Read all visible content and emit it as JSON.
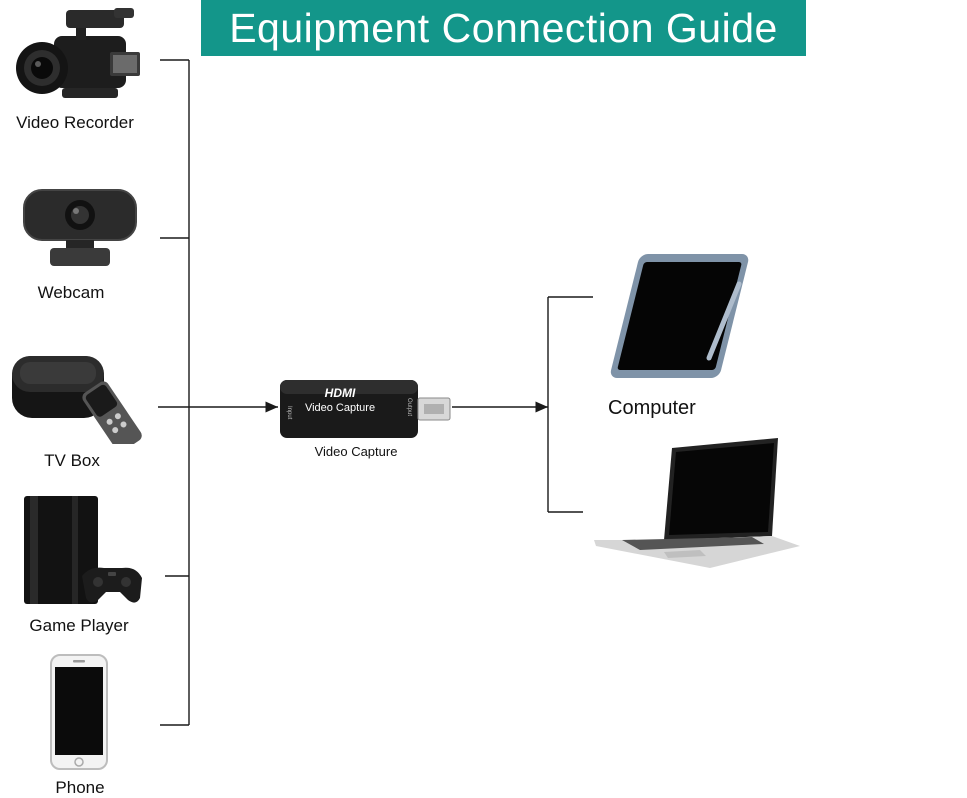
{
  "title": "Equipment Connection Guide",
  "inputs": [
    {
      "label": "Video Recorder",
      "icon": "video-camera-icon"
    },
    {
      "label": "Webcam",
      "icon": "webcam-icon"
    },
    {
      "label": "TV Box",
      "icon": "tv-box-icon"
    },
    {
      "label": "Game Player",
      "icon": "game-console-icon"
    },
    {
      "label": "Phone",
      "icon": "smartphone-icon"
    }
  ],
  "capture": {
    "label": "Video Capture",
    "brand": "HDMI",
    "device_text": "Video Capture",
    "port_in": "Input",
    "port_out": "Output"
  },
  "outputs": {
    "label": "Computer",
    "devices": [
      {
        "icon": "tablet-icon"
      },
      {
        "icon": "laptop-icon"
      }
    ]
  },
  "colors": {
    "banner": "#13968a",
    "lines": "#1a1a1a"
  }
}
